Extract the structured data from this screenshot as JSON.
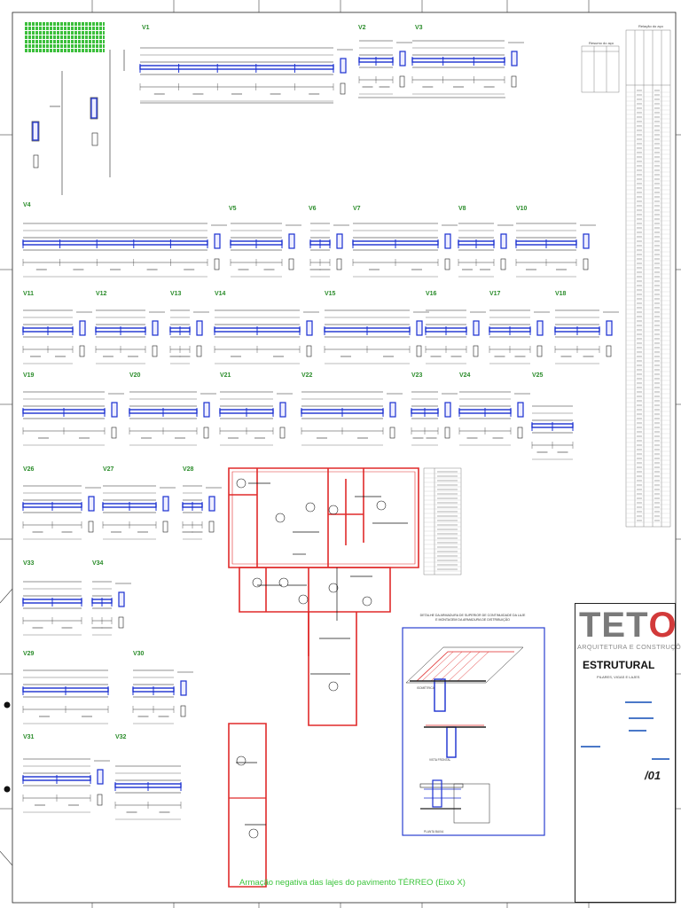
{
  "beam_labels": {
    "V1": "V1",
    "V2": "V2",
    "V3": "V3",
    "V4": "V4",
    "V5": "V5",
    "V6": "V6",
    "V7": "V7",
    "V8": "V8",
    "V10": "V10",
    "V11": "V11",
    "V12": "V12",
    "V13": "V13",
    "V14": "V14",
    "V15": "V15",
    "V16": "V16",
    "V17": "V17",
    "V18": "V18",
    "V19": "V19",
    "V20": "V20",
    "V21": "V21",
    "V22": "V22",
    "V23": "V23",
    "V24": "V24",
    "V25": "V25",
    "V26": "V26",
    "V27": "V27",
    "V28": "V28",
    "V29": "V29",
    "V30": "V30",
    "V31": "V31",
    "V32": "V32",
    "V33": "V33",
    "V34": "V34"
  },
  "tables": {
    "steel_summary_title": "Resumo do aço",
    "steel_list_title": "Relação do aço"
  },
  "plan": {
    "caption": "Armação negativa das lajes do pavimento TÉRREO (Eixo X)"
  },
  "detail": {
    "title_line1": "DETALHE DA ARMADURA DE SUPERIOR DE CONTINUIDADE DA LAJE",
    "title_line2": "E MONTAGEM DA ARMADURA DE DISTRIBUIÇÃO",
    "isometric_label": "ISOMÉTRICA",
    "vista_frontal_label": "VISTA FRONTAL",
    "planta_baixa_label": "PLANTA BAIXA"
  },
  "title_block": {
    "logo_text_left": "TET",
    "logo_text_right": "O",
    "company_line": "ARQUITETURA E CONSTRUÇÕES",
    "discipline": "ESTRUTURAL",
    "subtitle": "PILARES, VIGAS E LAJES",
    "sheet_number": "/01"
  },
  "colors": {
    "beam_blue": "#1a2fd0",
    "slab_red": "#e02a2a",
    "label_green": "#2a8c2a",
    "caption_green": "#3cc43c"
  }
}
